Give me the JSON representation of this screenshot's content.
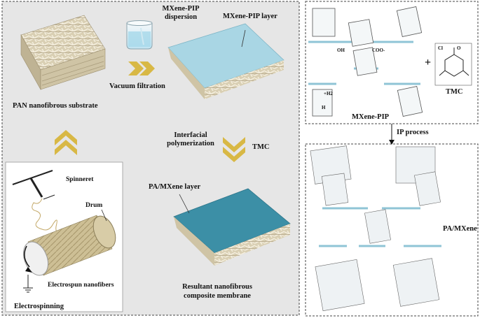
{
  "left_panel": {
    "pan_substrate_label": "PAN nanofibrous substrate",
    "dispersion_label_1": "MXene-PIP",
    "dispersion_label_2": "dispersion",
    "vacuum_label": "Vacuum filtration",
    "mxene_pip_layer_label": "MXene-PIP layer",
    "interfacial_label_1": "Interfacial",
    "interfacial_label_2": "polymerization",
    "tmc_label": "TMC",
    "pa_mxene_layer_label": "PA/MXene layer",
    "spinneret_label": "Spinneret",
    "drum_label": "Drum",
    "electrospun_label": "Electrospun nanofibers",
    "electrospinning_label": "Electrospinning",
    "resultant_label_1": "Resultant nanofibrous",
    "resultant_label_2": "composite membrane"
  },
  "right_panel": {
    "mxene_pip_label": "MXene-PIP",
    "tmc_label": "TMC",
    "plus_sign": "+",
    "ip_process_label": "IP process",
    "pa_mxene_label": "PA/MXene",
    "oh_label": "OH",
    "coo_label": "COO-",
    "h_label": "H",
    "h2_label": "+H2",
    "cl_label": "Cl",
    "o_label": "O"
  },
  "colors": {
    "left_bg": "#e6e6e6",
    "mxene_blue": "#a9d6e4",
    "pa_teal": "#3c8fa6",
    "arrow_gold": "#d8b845",
    "fiber": "#cbbf9f",
    "stripe": "#8fc4d6"
  }
}
